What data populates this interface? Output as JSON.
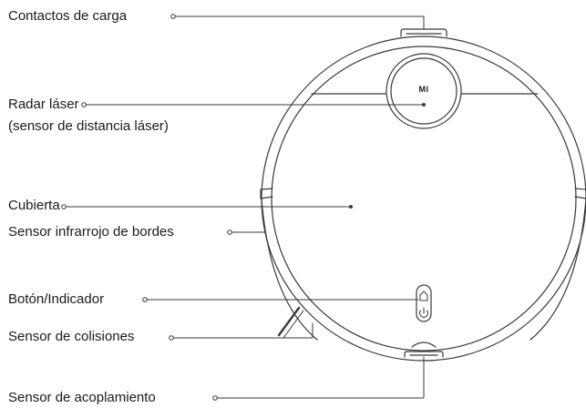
{
  "labels": {
    "charging_contacts": "Contactos de carga",
    "laser_radar": "Radar láser",
    "laser_radar_sub": "(sensor de distancia láser)",
    "cover": "Cubierta",
    "edge_sensor": "Sensor infrarrojo de bordes",
    "button_indicator": "Botón/Indicador",
    "collision_sensor": "Sensor de colisiones",
    "docking_sensor": "Sensor de acoplamiento"
  },
  "radar_logo": "MI",
  "colors": {
    "line": "#3a3a3a",
    "text": "#1a1a1a",
    "background": "#ffffff"
  }
}
